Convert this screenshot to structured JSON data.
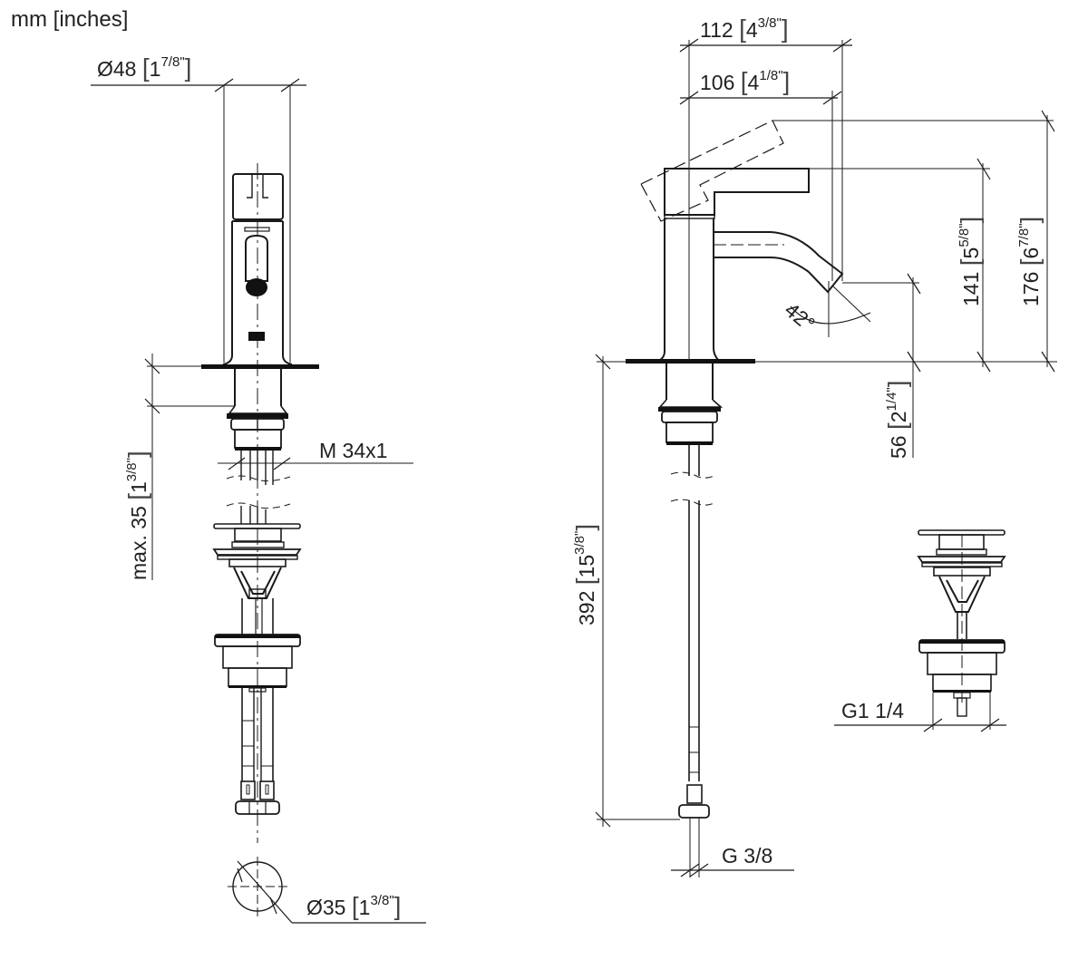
{
  "units_label": "mm [inches]",
  "front_view": {
    "diameter_top": {
      "symbol": "Ø",
      "mm": "48",
      "inch": "1 7/8\"",
      "inch_whole": "1",
      "inch_num": "7",
      "inch_den": "8"
    },
    "max_thickness": {
      "prefix": "max.",
      "mm": "35",
      "inch": "1 3/8\"",
      "inch_whole": "1",
      "inch_num": "3",
      "inch_den": "8"
    },
    "thread": "M 34x1",
    "hole_diameter": {
      "symbol": "Ø",
      "mm": "35",
      "inch": "1 3/8\"",
      "inch_whole": "1",
      "inch_num": "3",
      "inch_den": "8"
    }
  },
  "side_view": {
    "overall_depth": {
      "mm": "112",
      "inch": "4 3/8\"",
      "inch_whole": "4",
      "inch_num": "3",
      "inch_den": "8"
    },
    "spout_reach": {
      "mm": "106",
      "inch": "4 1/8\"",
      "inch_whole": "4",
      "inch_num": "1",
      "inch_den": "8"
    },
    "height_lever": {
      "mm": "141",
      "inch": "5 5/8\"",
      "inch_whole": "5",
      "inch_num": "5",
      "inch_den": "8"
    },
    "height_lever_open": {
      "mm": "176",
      "inch": "6 7/8\"",
      "inch_whole": "6",
      "inch_num": "7",
      "inch_den": "8"
    },
    "spout_height": {
      "mm": "56",
      "inch": "2 1/4\"",
      "inch_whole": "2",
      "inch_num": "1",
      "inch_den": "4"
    },
    "hose_length": {
      "mm": "392",
      "inch": "15 3/8\"",
      "inch_whole": "15",
      "inch_num": "3",
      "inch_den": "8"
    },
    "angle": "42°",
    "connection": "G 3/8"
  },
  "drain_view": {
    "thread": "G1 1/4"
  }
}
